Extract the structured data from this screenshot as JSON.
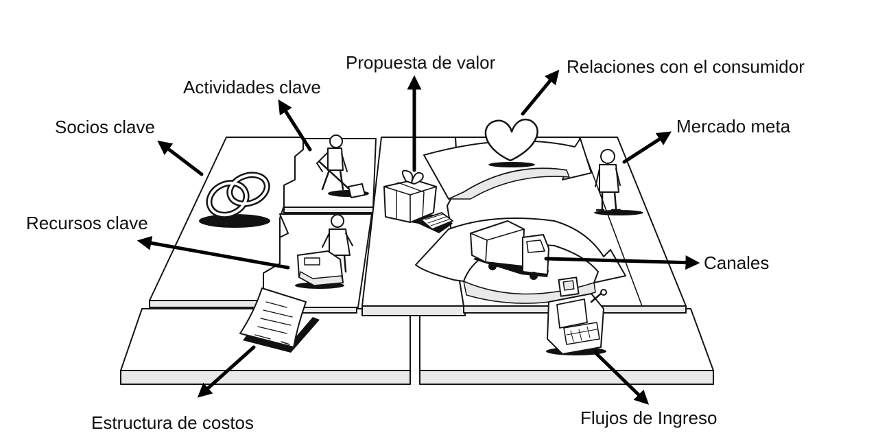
{
  "labels": {
    "socios_clave": "Socios clave",
    "actividades_clave": "Actividades clave",
    "propuesta_de_valor": "Propuesta de valor",
    "relaciones_con_el_consumidor": "Relaciones con el consumidor",
    "mercado_meta": "Mercado meta",
    "recursos_clave": "Recursos clave",
    "canales": "Canales",
    "estructura_de_costos": "Estructura de costos",
    "flujos_de_ingreso": "Flujos de Ingreso"
  },
  "icons": {
    "socios_clave": "interlocked-rings-icon",
    "actividades_clave": "worker-digging-icon",
    "propuesta_de_valor": "gift-box-icon",
    "relaciones_con_el_consumidor": "heart-icon",
    "mercado_meta": "customer-figure-icon",
    "recursos_clave": "worker-with-machine-icon",
    "canales": "delivery-truck-icon",
    "estructura_de_costos": "bill-document-icon",
    "flujos_de_ingreso": "cash-register-icon"
  },
  "colors": {
    "ink": "#141414",
    "paper": "#ffffff",
    "board_side": "#e9e9e9"
  }
}
